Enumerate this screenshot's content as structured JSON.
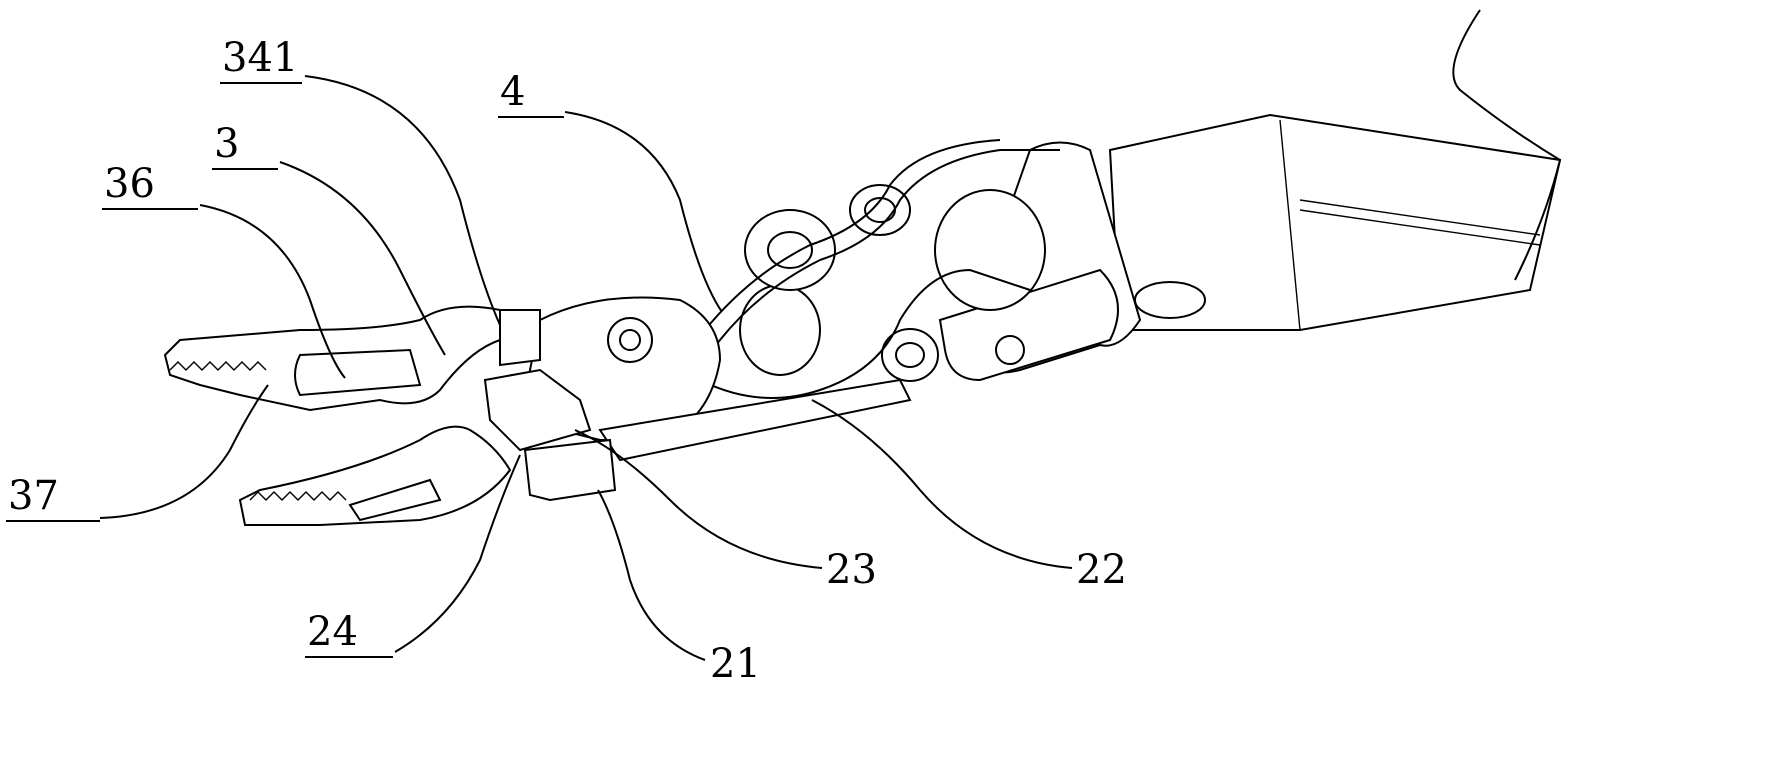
{
  "figure": {
    "labels": {
      "l341": "341",
      "l4": "4",
      "l3": "3",
      "l36": "36",
      "l37": "37",
      "l24": "24",
      "l23": "23",
      "l22": "22",
      "l21": "21"
    }
  }
}
